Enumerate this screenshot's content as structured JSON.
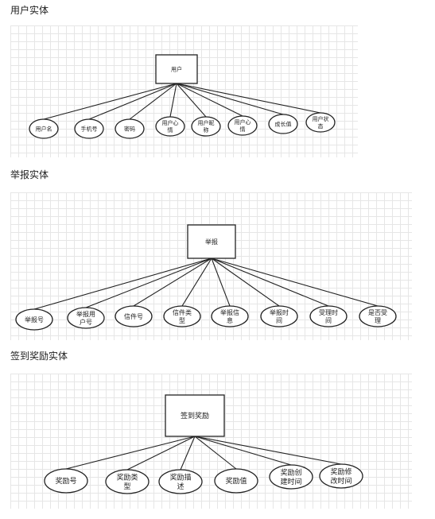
{
  "diagrams": [
    {
      "title": "用户实体",
      "entity": "用户",
      "attributes": [
        [
          "用户名"
        ],
        [
          "手机号"
        ],
        [
          "密码"
        ],
        [
          "用户心",
          "情"
        ],
        [
          "用户昵",
          "称"
        ],
        [
          "用户心",
          "情"
        ],
        [
          "成长值"
        ],
        [
          "用户状",
          "态"
        ]
      ]
    },
    {
      "title": "举报实体",
      "entity": "举报",
      "attributes": [
        [
          "举报号"
        ],
        [
          "举报用",
          "户号"
        ],
        [
          "信件号"
        ],
        [
          "信件类",
          "型"
        ],
        [
          "举报信",
          "息"
        ],
        [
          "举报时",
          "间"
        ],
        [
          "受理时",
          "间"
        ],
        [
          "是否受",
          "理"
        ]
      ]
    },
    {
      "title": "签到奖励实体",
      "entity": "签到奖励",
      "attributes": [
        [
          "奖励号"
        ],
        [
          "奖励类",
          "型"
        ],
        [
          "奖励描",
          "述"
        ],
        [
          "奖励值"
        ],
        [
          "奖励创",
          "建时间"
        ],
        [
          "奖励修",
          "改时间"
        ]
      ]
    }
  ]
}
